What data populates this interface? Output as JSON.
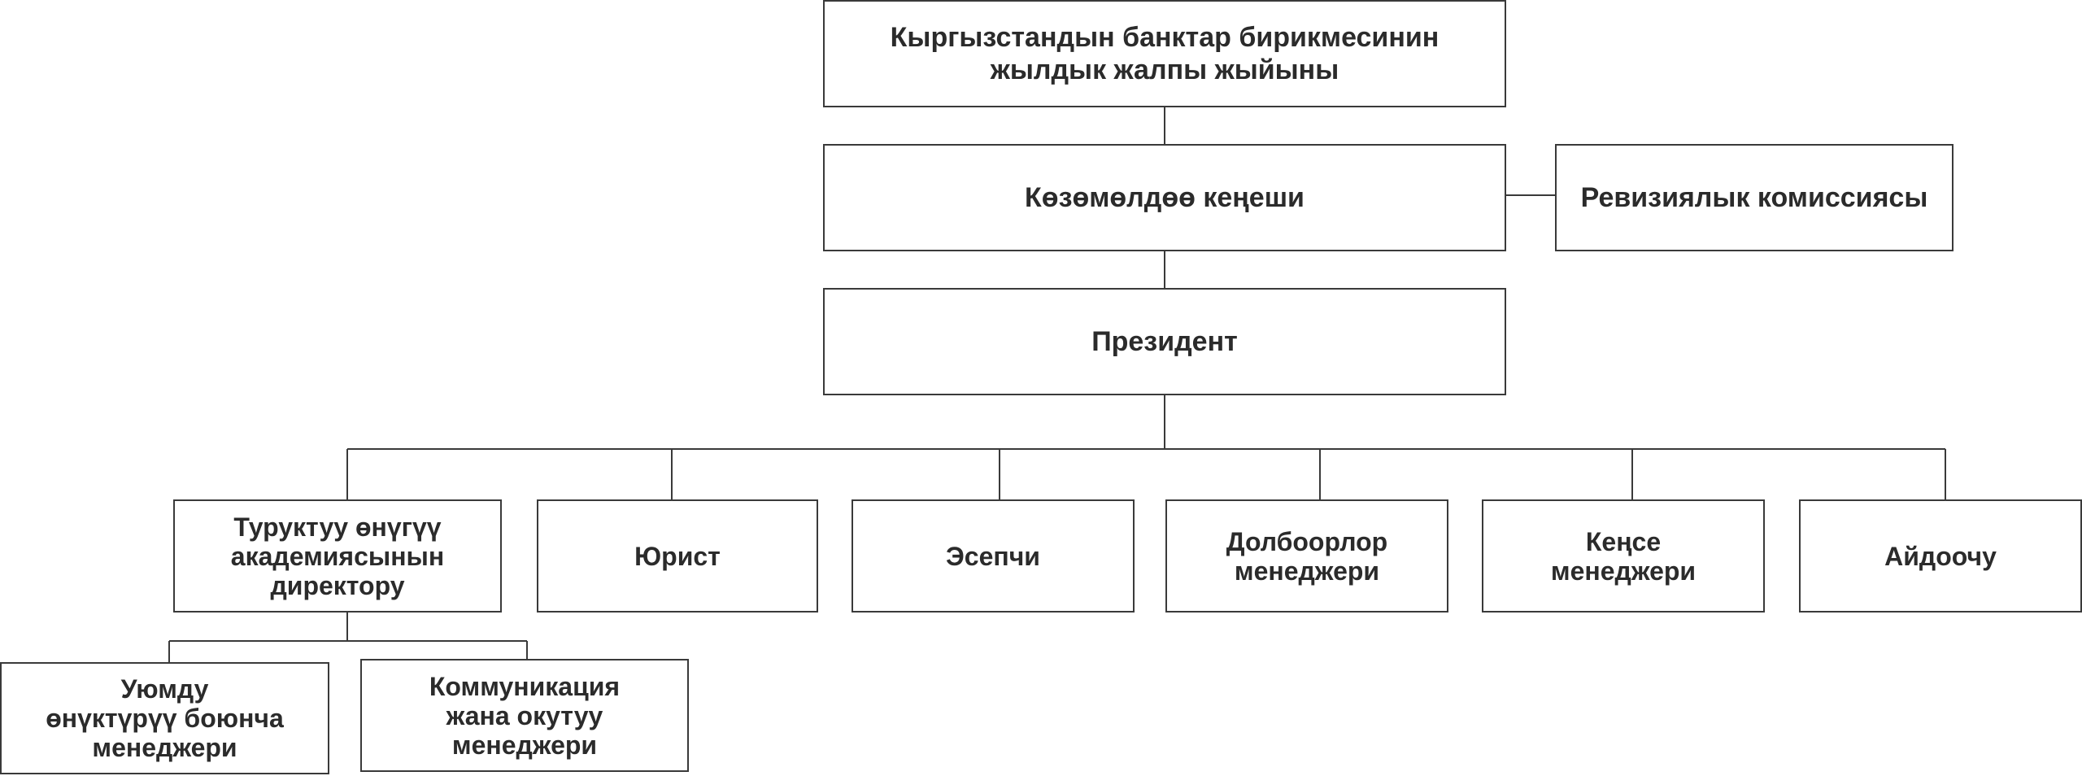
{
  "nodes": {
    "general_meeting": "Кыргызстандын банктар бирикмесинин\nжылдык жалпы жыйыны",
    "supervisory_board": "Көзөмөлдөө кеңеши",
    "audit_commission": "Ревизиялык комиссиясы",
    "president": "Президент",
    "academy_director": "Туруктуу өнүгүү\nакадемиясынын\nдиректору",
    "lawyer": "Юрист",
    "accountant": "Эсепчи",
    "projects_manager": "Долбоорлор\nменеджери",
    "office_manager": "Кеңсе\nменеджери",
    "driver": "Айдоочу",
    "org_development_manager": "Уюмду\nөнүктүрүү боюнча\nменеджери",
    "communication_manager": "Коммуникация\nжана окутуу\nменеджери"
  },
  "colors": {
    "border": "#3a3a3a",
    "text": "#2b2b2b",
    "background": "#ffffff"
  }
}
